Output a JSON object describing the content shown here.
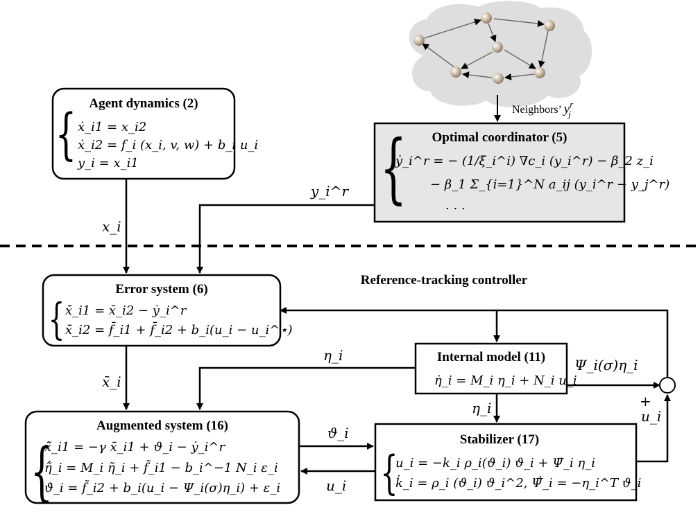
{
  "section_label": "Reference-tracking controller",
  "network": {
    "edge_label": "Neighbors' y_j^r"
  },
  "agent": {
    "title": "Agent dynamics (2)",
    "eq": [
      "ẋ_i1 = x_i2",
      "ẋ_i2 = f_i (x_i, v, w) + b_i u_i",
      "y_i  = x_i1"
    ]
  },
  "coordinator": {
    "title": "Optimal coordinator (5)",
    "eq": [
      "ẏ_i^r = − (1/ξ_i^i) ∇c_i (y_i^r) − β_2 z_i",
      "− β_1 Σ_{i=1}^N a_ij (y_i^r − y_j^r)",
      ". . ."
    ]
  },
  "error": {
    "title": "Error system (6)",
    "eq": [
      "x̄̇_i1 = x̄_i2 − ẏ_i^r",
      "x̄̇_i2 = f̄_i1 + f̄_i2 + b_i(u_i − u_i^⋆)"
    ]
  },
  "internal": {
    "title": "Internal model (11)",
    "eq": [
      "η̇_i = M_i η_i + N_i u_i"
    ]
  },
  "augmented": {
    "title": "Augmented system (16)",
    "eq": [
      "x̃̇_i1 = −γ x̄_i1 + ϑ_i − ẏ_i^r",
      "η̃̇_i = M_i η̃_i + f̃_i1 − b_i^−1 N_i ε_i",
      "ϑ̇_i = f̃_i2 + b_i(u_i − Ψ_i(σ)η_i) + ε_i"
    ]
  },
  "stabilizer": {
    "title": "Stabilizer (17)",
    "eq": [
      "u_i = −k_i ρ_i(ϑ_i) ϑ_i + Ψ̄_i η_i",
      "k̇_i = ρ_i (ϑ_i) ϑ_i^2,   Ψ̄̇_i = −η_i^T ϑ_i"
    ]
  },
  "signals": {
    "x_i": "x_i",
    "y_i_r": "y_i^r",
    "xbar_i": "x̄_i",
    "eta_i": "η_i",
    "theta_i": "ϑ_i",
    "u_i": "u_i",
    "psi_eta": "Ψ_i(σ)η_i",
    "plus": "+"
  }
}
